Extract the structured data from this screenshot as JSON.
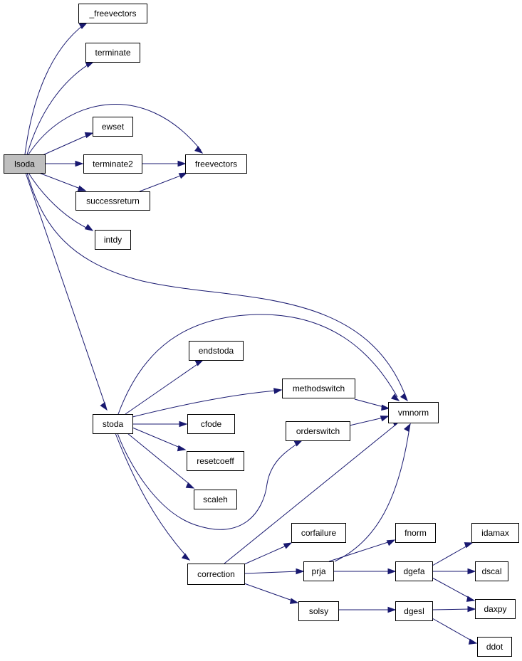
{
  "graph": {
    "edge_color": "#191970",
    "root_fill": "#bfbfbf",
    "nodes": [
      {
        "id": "lsoda",
        "label": "lsoda",
        "root": true
      },
      {
        "id": "_freevectors",
        "label": "_freevectors"
      },
      {
        "id": "terminate",
        "label": "terminate"
      },
      {
        "id": "ewset",
        "label": "ewset"
      },
      {
        "id": "terminate2",
        "label": "terminate2"
      },
      {
        "id": "freevectors",
        "label": "freevectors"
      },
      {
        "id": "successreturn",
        "label": "successreturn"
      },
      {
        "id": "intdy",
        "label": "intdy"
      },
      {
        "id": "endstoda",
        "label": "endstoda"
      },
      {
        "id": "methodswitch",
        "label": "methodswitch"
      },
      {
        "id": "vmnorm",
        "label": "vmnorm"
      },
      {
        "id": "stoda",
        "label": "stoda"
      },
      {
        "id": "cfode",
        "label": "cfode"
      },
      {
        "id": "orderswitch",
        "label": "orderswitch"
      },
      {
        "id": "resetcoeff",
        "label": "resetcoeff"
      },
      {
        "id": "scaleh",
        "label": "scaleh"
      },
      {
        "id": "corfailure",
        "label": "corfailure"
      },
      {
        "id": "fnorm",
        "label": "fnorm"
      },
      {
        "id": "idamax",
        "label": "idamax"
      },
      {
        "id": "correction",
        "label": "correction"
      },
      {
        "id": "prja",
        "label": "prja"
      },
      {
        "id": "dgefa",
        "label": "dgefa"
      },
      {
        "id": "dscal",
        "label": "dscal"
      },
      {
        "id": "solsy",
        "label": "solsy"
      },
      {
        "id": "dgesl",
        "label": "dgesl"
      },
      {
        "id": "daxpy",
        "label": "daxpy"
      },
      {
        "id": "ddot",
        "label": "ddot"
      }
    ],
    "edges": [
      [
        "lsoda",
        "_freevectors"
      ],
      [
        "lsoda",
        "terminate"
      ],
      [
        "lsoda",
        "freevectors"
      ],
      [
        "lsoda",
        "ewset"
      ],
      [
        "lsoda",
        "terminate2"
      ],
      [
        "lsoda",
        "successreturn"
      ],
      [
        "lsoda",
        "intdy"
      ],
      [
        "lsoda",
        "vmnorm"
      ],
      [
        "lsoda",
        "stoda"
      ],
      [
        "terminate2",
        "freevectors"
      ],
      [
        "successreturn",
        "freevectors"
      ],
      [
        "stoda",
        "vmnorm"
      ],
      [
        "stoda",
        "endstoda"
      ],
      [
        "stoda",
        "methodswitch"
      ],
      [
        "stoda",
        "cfode"
      ],
      [
        "stoda",
        "resetcoeff"
      ],
      [
        "stoda",
        "scaleh"
      ],
      [
        "stoda",
        "orderswitch"
      ],
      [
        "stoda",
        "correction"
      ],
      [
        "methodswitch",
        "vmnorm"
      ],
      [
        "orderswitch",
        "vmnorm"
      ],
      [
        "correction",
        "vmnorm"
      ],
      [
        "correction",
        "corfailure"
      ],
      [
        "correction",
        "prja"
      ],
      [
        "correction",
        "solsy"
      ],
      [
        "prja",
        "vmnorm"
      ],
      [
        "prja",
        "fnorm"
      ],
      [
        "prja",
        "dgefa"
      ],
      [
        "dgefa",
        "idamax"
      ],
      [
        "dgefa",
        "dscal"
      ],
      [
        "dgefa",
        "daxpy"
      ],
      [
        "solsy",
        "dgesl"
      ],
      [
        "dgesl",
        "daxpy"
      ],
      [
        "dgesl",
        "ddot"
      ]
    ]
  }
}
